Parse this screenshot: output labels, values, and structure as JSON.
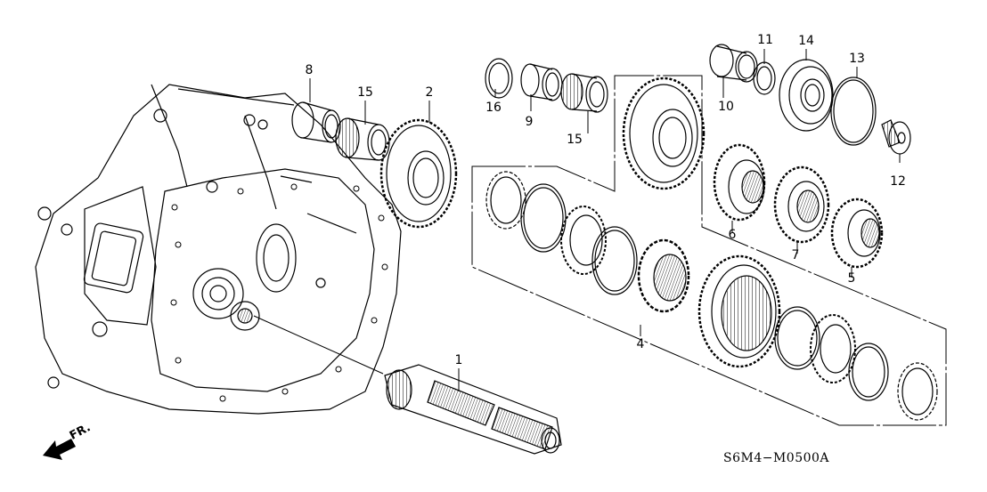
{
  "diagram": {
    "title": "Mainshaft exploded view",
    "code": "S6M4−M0500A",
    "front_indicator": "FR.",
    "callouts": [
      {
        "id": "1",
        "part": "mainshaft"
      },
      {
        "id": "2",
        "part": "gear-2"
      },
      {
        "id": "4",
        "part": "synchro-set"
      },
      {
        "id": "5",
        "part": "gear-5"
      },
      {
        "id": "6",
        "part": "gear-6"
      },
      {
        "id": "7",
        "part": "gear-7"
      },
      {
        "id": "8",
        "part": "collar-8"
      },
      {
        "id": "9",
        "part": "collar-9"
      },
      {
        "id": "10",
        "part": "collar-10"
      },
      {
        "id": "11",
        "part": "washer-11"
      },
      {
        "id": "12",
        "part": "bolt-12"
      },
      {
        "id": "13",
        "part": "snap-ring-13"
      },
      {
        "id": "14",
        "part": "ball-bearing-14"
      },
      {
        "id": "15a",
        "label": "15",
        "part": "needle-bearing-15-left"
      },
      {
        "id": "15b",
        "label": "15",
        "part": "needle-bearing-15-right"
      },
      {
        "id": "16",
        "part": "ring-16"
      }
    ],
    "labels": {
      "l1": "1",
      "l2": "2",
      "l4": "4",
      "l5": "5",
      "l6": "6",
      "l7": "7",
      "l8": "8",
      "l9": "9",
      "l10": "10",
      "l11": "11",
      "l12": "12",
      "l13": "13",
      "l14": "14",
      "l15a": "15",
      "l15b": "15",
      "l16": "16"
    }
  }
}
